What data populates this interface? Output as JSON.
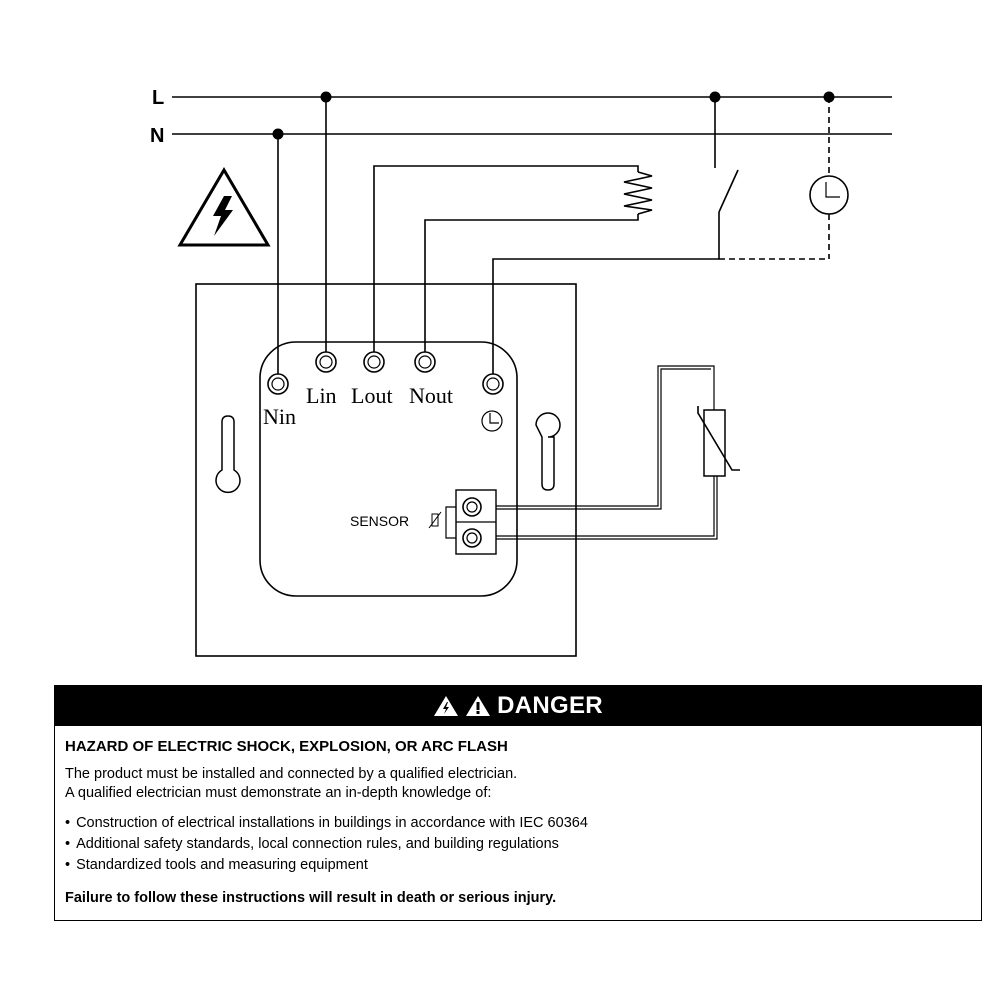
{
  "diagram": {
    "line_labels": {
      "live": "L",
      "neutral": "N"
    },
    "terminal_labels": {
      "nin": "Nin",
      "lin": "Lin",
      "lout": "Lout",
      "nout": "Nout"
    },
    "sensor_label": "SENSOR",
    "icons": [
      "high-voltage-warning-icon",
      "clock-icon",
      "heater-resistor-icon",
      "switch-icon",
      "thermistor-icon"
    ]
  },
  "danger": {
    "header": "DANGER",
    "title": "HAZARD OF ELECTRIC SHOCK, EXPLOSION, OR ARC FLASH",
    "intro_lines": [
      "The product must be installed and connected by a qualified electrician.",
      "A qualified electrician must demonstrate an in-depth knowledge of:"
    ],
    "bullets": [
      "Construction of electrical installations in buildings in accordance with IEC 60364",
      "Additional safety standards, local connection rules, and building regulations",
      "Standardized tools and measuring equipment"
    ],
    "failure": "Failure to follow these instructions will result in death or serious injury."
  }
}
